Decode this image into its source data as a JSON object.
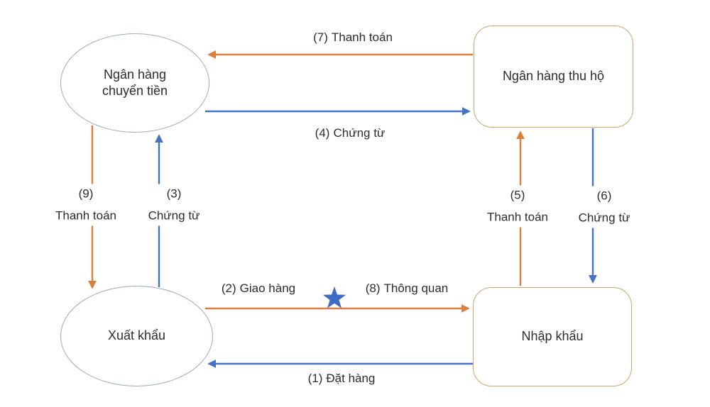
{
  "diagram_title": "",
  "nodes": {
    "remitting_bank": {
      "line1": "Ngân hàng",
      "line2": "chuyển tiền",
      "shape": "ellipse"
    },
    "collecting_bank": {
      "label": "Ngân hàng thu hộ",
      "shape": "rounded-rect"
    },
    "exporter": {
      "label": "Xuất khẩu",
      "shape": "ellipse"
    },
    "importer": {
      "label": "Nhập khẩu",
      "shape": "rounded-rect"
    }
  },
  "edges": {
    "1": {
      "num": "(1)",
      "text": "Đặt hàng",
      "from": "importer",
      "to": "exporter",
      "color": "document"
    },
    "2": {
      "num": "(2)",
      "text": "Giao hàng",
      "from": "exporter",
      "to": "importer",
      "color": "payment"
    },
    "3": {
      "num": "(3)",
      "text": "Chứng từ",
      "from": "exporter",
      "to": "remitting_bank",
      "color": "document"
    },
    "4": {
      "num": "(4)",
      "text": "Chứng từ",
      "from": "remitting_bank",
      "to": "collecting_bank",
      "color": "document"
    },
    "5": {
      "num": "(5)",
      "text": "Thanh toán",
      "from": "importer",
      "to": "collecting_bank",
      "color": "payment"
    },
    "6": {
      "num": "(6)",
      "text": "Chứng từ",
      "from": "collecting_bank",
      "to": "importer",
      "color": "document"
    },
    "7": {
      "num": "(7)",
      "text": "Thanh toán",
      "from": "collecting_bank",
      "to": "remitting_bank",
      "color": "payment"
    },
    "8": {
      "num": "(8)",
      "text": "Thông quan",
      "from": "exporter",
      "to": "importer",
      "color": "payment"
    },
    "9": {
      "num": "(9)",
      "text": "Thanh toán",
      "from": "remitting_bank",
      "to": "exporter",
      "color": "payment"
    }
  },
  "icons": {
    "star": {
      "name": "star-icon",
      "color": "#3E6CC4"
    }
  },
  "colors": {
    "payment": "#DD7E3C",
    "document": "#4472C4",
    "ellipse_border": "#9DA9C7",
    "rect_border": "#D8A266",
    "star": "#3E6CC4",
    "text": "#2D2D2D",
    "background": "#FFFFFF"
  }
}
